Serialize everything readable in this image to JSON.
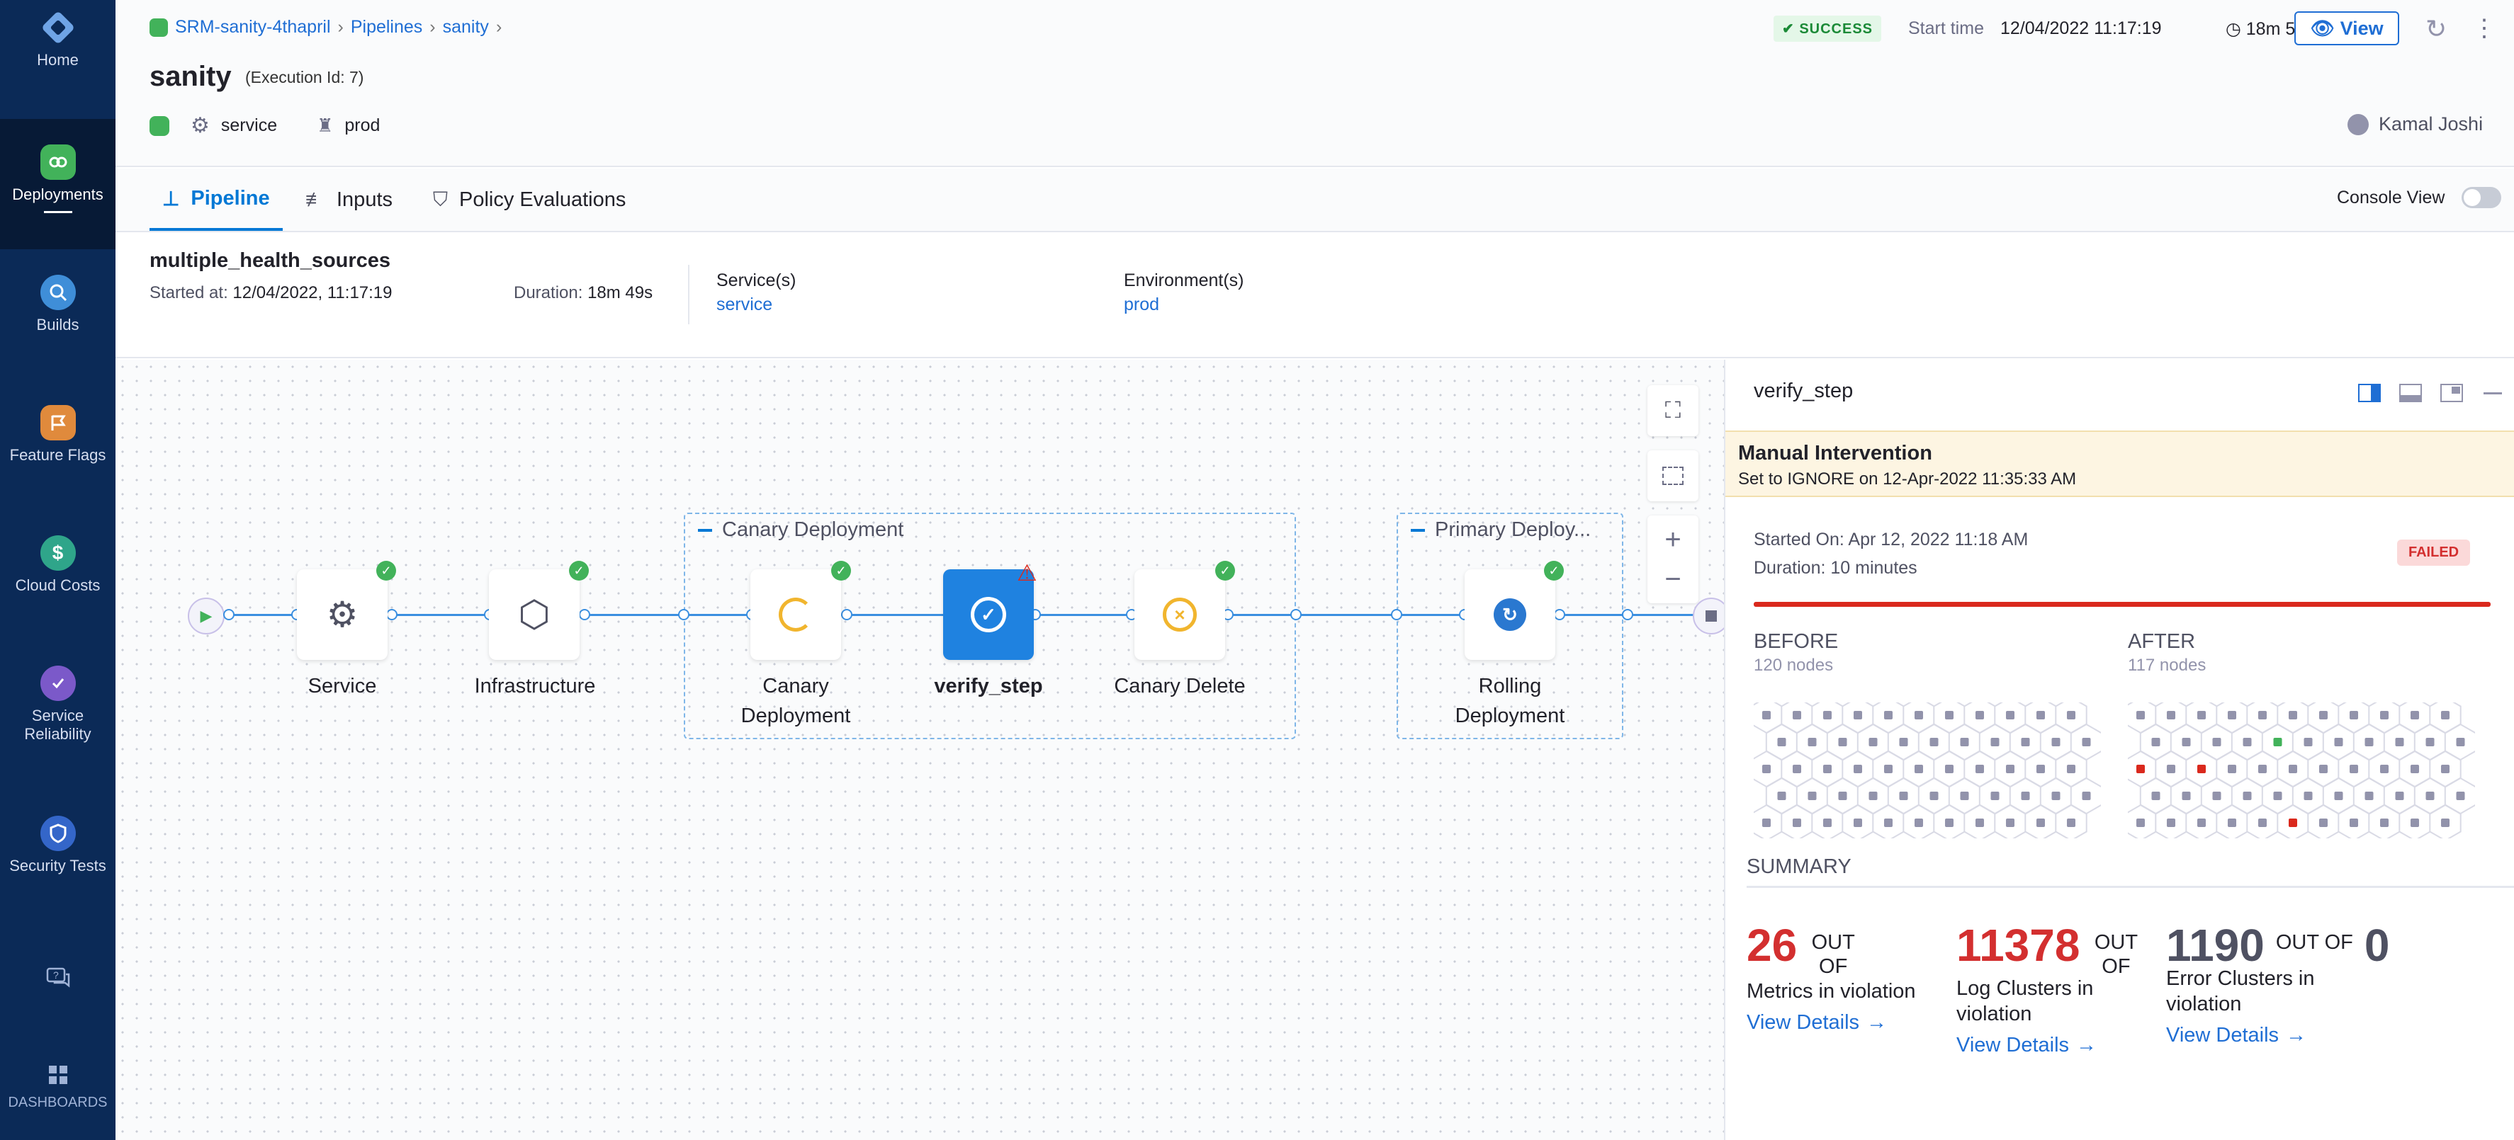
{
  "leftnav": {
    "items": [
      {
        "label": "Home"
      },
      {
        "label": "Deployments"
      },
      {
        "label": "Builds"
      },
      {
        "label": "Feature Flags"
      },
      {
        "label": "Cloud Costs"
      },
      {
        "label": "Service Reliability"
      },
      {
        "label": "Security Tests"
      },
      {
        "label": "DASHBOARDS"
      }
    ]
  },
  "header": {
    "breadcrumb": [
      "SRM-sanity-4thapril",
      "Pipelines",
      "sanity"
    ],
    "title": "sanity",
    "execution_id": "(Execution Id: 7)",
    "service": "service",
    "environment": "prod",
    "status": "SUCCESS",
    "start_label": "Start time",
    "start_value": "12/04/2022 11:17:19",
    "duration": "18m 50s",
    "view_label": "View",
    "user": "Kamal Joshi"
  },
  "tabs": [
    {
      "label": "Pipeline"
    },
    {
      "label": "Inputs"
    },
    {
      "label": "Policy Evaluations"
    }
  ],
  "console_view_label": "Console View",
  "info": {
    "name": "multiple_health_sources",
    "started_label": "Started at:",
    "started_value": "12/04/2022, 11:17:19",
    "duration_label": "Duration:",
    "duration_value": "18m 49s",
    "services_label": "Service(s)",
    "services_value": "service",
    "env_label": "Environment(s)",
    "env_value": "prod"
  },
  "canvas": {
    "groups": {
      "canary": "Canary Deployment",
      "primary": "Primary Deploy..."
    },
    "nodes": {
      "service": "Service",
      "infrastructure": "Infrastructure",
      "canary_deployment": "Canary Deployment",
      "verify_step": "verify_step",
      "canary_delete": "Canary Delete",
      "rolling_deployment": "Rolling Deployment"
    }
  },
  "panel": {
    "title": "verify_step",
    "mi_title": "Manual Intervention",
    "mi_sub": "Set to IGNORE on 12-Apr-2022 11:35:33 AM",
    "started_on": "Started On: Apr 12, 2022 11:18 AM",
    "duration": "Duration: 10 minutes",
    "status": "FAILED",
    "before_title": "BEFORE",
    "before_nodes": "120 nodes",
    "after_title": "AFTER",
    "after_nodes": "117 nodes",
    "summary": "SUMMARY",
    "stats": [
      {
        "count": "26",
        "outof": "OUT OF",
        "total": "",
        "label": "Metrics in violation",
        "link": "View Details",
        "color": "#d32f2f"
      },
      {
        "count": "11378",
        "outof": "OUT OF",
        "total": "",
        "label": "Log Clusters in violation",
        "link": "View Details",
        "color": "#d32f2f"
      },
      {
        "count": "1190",
        "outof": "OUT OF",
        "total": "0",
        "label": "Error Clusters in violation",
        "link": "View Details",
        "color": "#4f5162"
      }
    ]
  },
  "colors": {
    "accent": "#0278d5",
    "success": "#42b25a",
    "danger": "#da291d",
    "nav_bg": "#0b2a57"
  }
}
